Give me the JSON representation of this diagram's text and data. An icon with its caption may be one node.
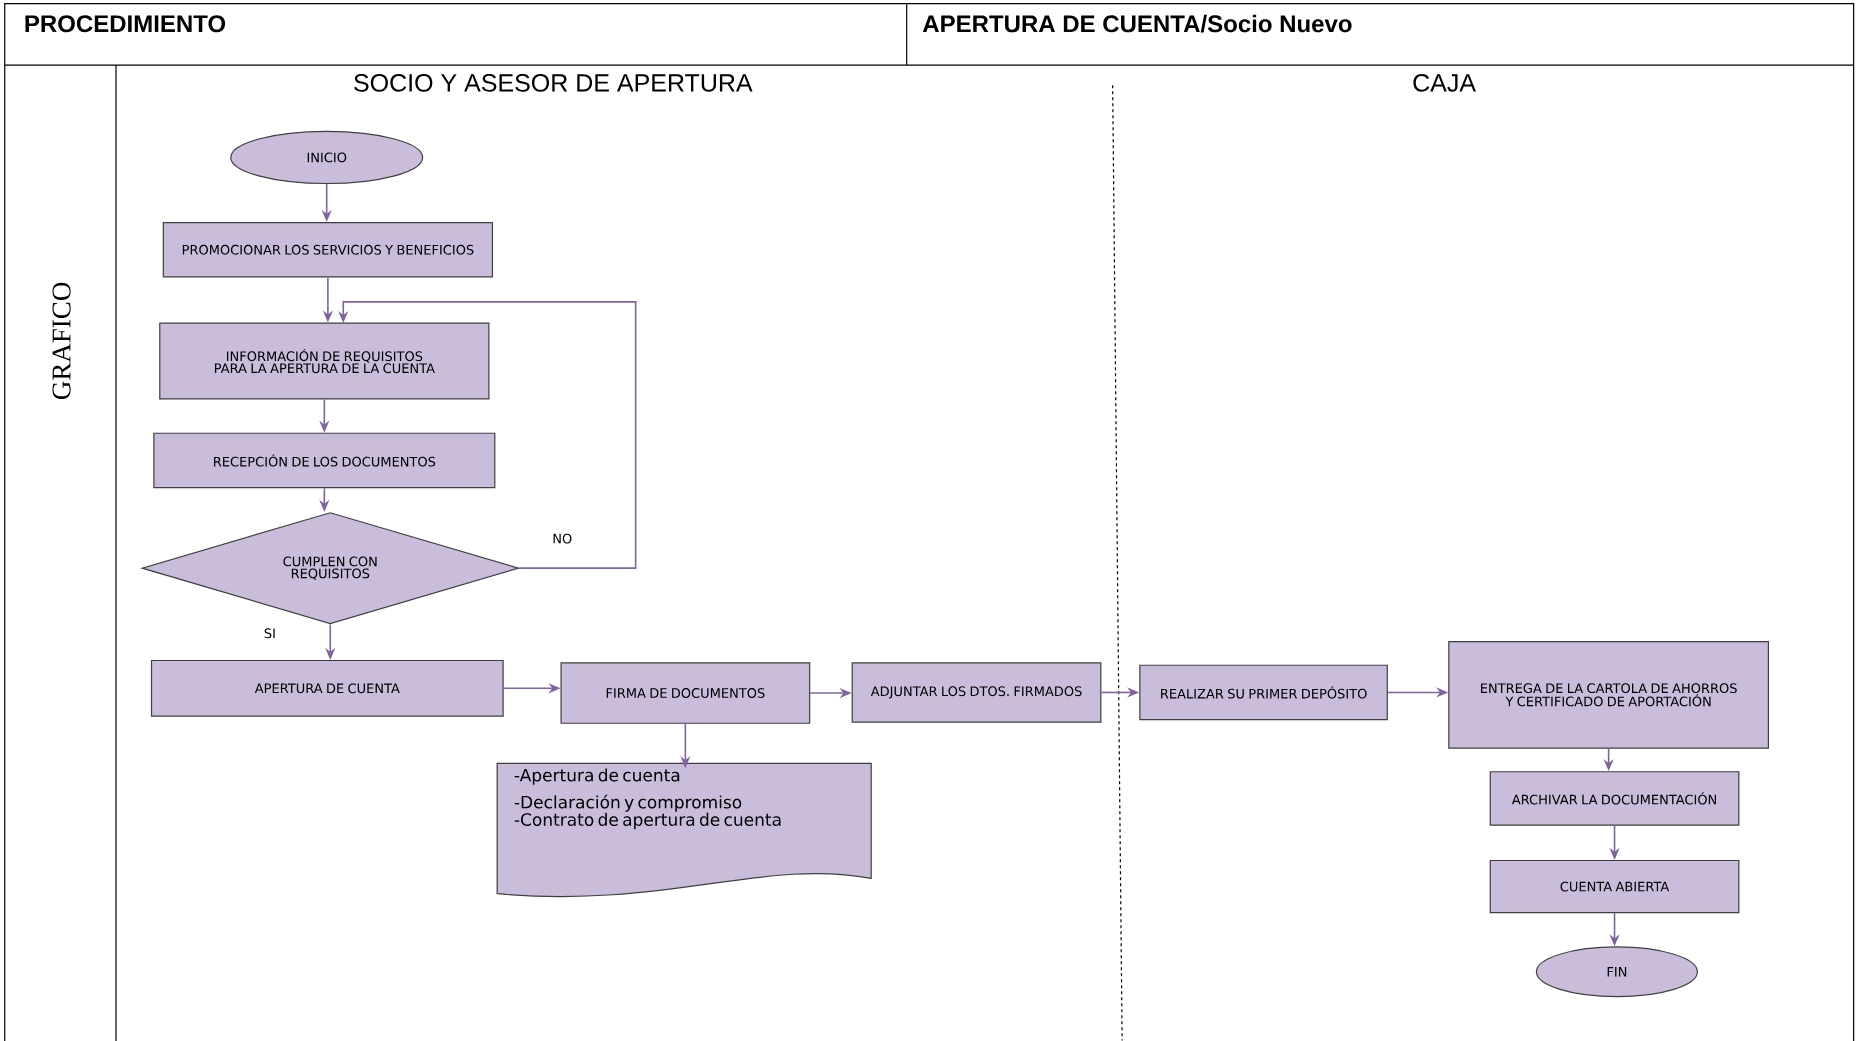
{
  "diagram": {
    "nodes": [
      {
        "text": [
          "INICIO"
        ]
      },
      {
        "text": [
          "PROMOCIONAR LOS SERVICIOS Y BENEFICIOS"
        ]
      },
      {
        "text": [
          "INFORMACIÓN DE REQUISITOS PARA LA APERTURA DE LA CUENTA"
        ]
      },
      {
        "text": [
          "RECEPCIÓN DE LOS DOCUMENTOS"
        ]
      },
      {
        "text": [
          "CUMPLEN CON REQUISITOS"
        ]
      },
      {
        "text": [
          "APERTURA DE CUENTA"
        ]
      },
      {
        "text": [
          "FIRMA DE DOCUMENTOS"
        ]
      },
      {
        "text": [
          "-Apertura de cuenta",
          "-Declaración y compromiso",
          "-Contrato de apertura de cuenta"
        ]
      },
      {
        "text": [
          "ADJUNTAR LOS DTOS. FIRMADOS"
        ]
      },
      {
        "text": [
          "REALIZAR SU PRIMER DEPÓSITO"
        ]
      },
      {
        "text": [
          "ENTREGA DE LA CARTOLA DE AHORROS Y CERTIFICADO DE APORTACIÓN"
        ]
      },
      {
        "text": [
          "ARCHIVAR LA DOCUMENTACIÓN"
        ]
      },
      {
        "text": [
          "CUENTA ABIERTA"
        ]
      },
      {
        "text": [
          "FIN"
        ]
      }
    ],
    "edges": [
      {
        "from": 0,
        "to": 1,
        "arrow": "to"
      },
      {
        "from": 1,
        "to": 2,
        "arrow": "to"
      },
      {
        "from": 2,
        "to": 3,
        "arrow": "to"
      },
      {
        "from": 3,
        "to": 4,
        "arrow": "to"
      },
      {
        "from": 4,
        "to": 2,
        "arrow": "to",
        "label": "NO"
      },
      {
        "from": 4,
        "to": 5,
        "arrow": "to",
        "label": "SI"
      },
      {
        "from": 5,
        "to": 6,
        "arrow": "to"
      },
      {
        "from": 6,
        "to": 8,
        "arrow": "to"
      },
      {
        "from": 6,
        "to": 7,
        "arrow": "to"
      },
      {
        "from": 8,
        "to": 9,
        "arrow": "to"
      },
      {
        "from": 9,
        "to": 10,
        "arrow": "to"
      },
      {
        "from": 10,
        "to": 11,
        "arrow": "to"
      },
      {
        "from": 11,
        "to": 12,
        "arrow": "to"
      },
      {
        "from": 12,
        "to": 13,
        "arrow": "to"
      }
    ],
    "labels": [
      "PROCEDIMIENTO",
      "APERTURA DE CUENTA/Socio Nuevo",
      "GRAFICO",
      "SOCIO Y ASESOR DE APERTURA",
      "CAJA"
    ]
  }
}
